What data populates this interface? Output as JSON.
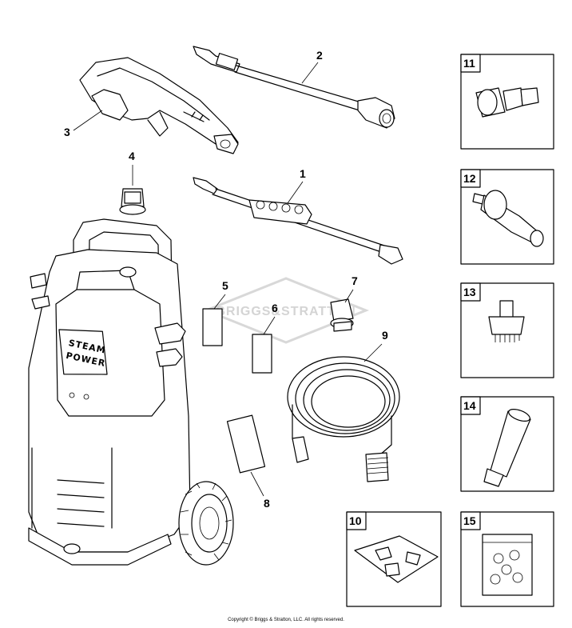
{
  "callouts": {
    "c1": "1",
    "c2": "2",
    "c3": "3",
    "c4": "4",
    "c5": "5",
    "c6": "6",
    "c7": "7",
    "c8": "8",
    "c9": "9"
  },
  "boxes": {
    "b10": "10",
    "b11": "11",
    "b12": "12",
    "b13": "13",
    "b14": "14",
    "b15": "15"
  },
  "unit_label": {
    "line1": "STEAM",
    "line2": "POWER"
  },
  "watermark": "BRIGGS&STRATTON",
  "copyright": "Copyright © Briggs & Stratton, LLC. All rights reserved.",
  "colors": {
    "line": "#000000",
    "background": "#ffffff",
    "watermark": "#d4d4d4"
  }
}
